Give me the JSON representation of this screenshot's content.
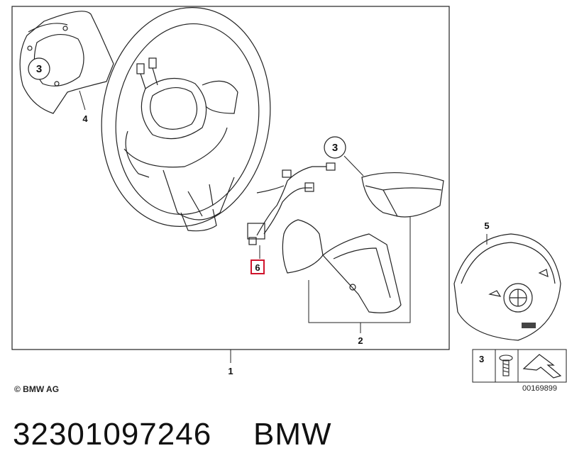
{
  "diagram": {
    "callouts": {
      "c1": "1",
      "c2": "2",
      "c3_shroud": "3",
      "c3_cover": "3",
      "c3_legend": "3",
      "c4": "4",
      "c5": "5",
      "c6": "6"
    },
    "highlight_color": "#d0142c",
    "copyright": "© BMW AG",
    "diagram_id": "00169899"
  },
  "footer": {
    "part_number": "32301097246",
    "brand": "BMW"
  }
}
